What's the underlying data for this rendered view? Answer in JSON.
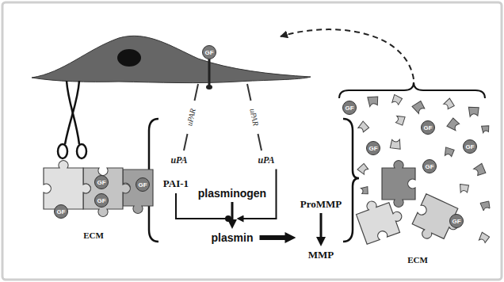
{
  "diagram": {
    "nodes": [
      {
        "text": [
          "GF"
        ]
      },
      {
        "text": [
          "GF"
        ]
      },
      {
        "text": [
          "GF"
        ]
      },
      {
        "text": [
          "GF"
        ]
      },
      {
        "text": [
          "GF"
        ]
      },
      {
        "text": [
          "uPA"
        ]
      },
      {
        "text": [
          "uPA"
        ]
      },
      {
        "text": [
          "PAI-1"
        ]
      },
      {
        "text": [
          "plasminogen"
        ]
      },
      {
        "text": [
          "plasmin"
        ]
      },
      {
        "text": [
          "ProMMP"
        ]
      },
      {
        "text": [
          "MMP"
        ]
      },
      {
        "text": [
          "GF"
        ]
      },
      {
        "text": [
          "GF"
        ]
      },
      {
        "text": [
          "GF"
        ]
      },
      {
        "text": [
          "GF"
        ]
      },
      {
        "text": [
          "GF"
        ]
      },
      {
        "text": [
          "GF"
        ]
      }
    ],
    "edges": [
      {
        "from": 8,
        "to": 9,
        "arrow": "to"
      },
      {
        "from": 10,
        "to": 11,
        "arrow": "to"
      }
    ],
    "labels": [
      "uPAR",
      "uPAR",
      "ECM",
      "ECM"
    ]
  }
}
